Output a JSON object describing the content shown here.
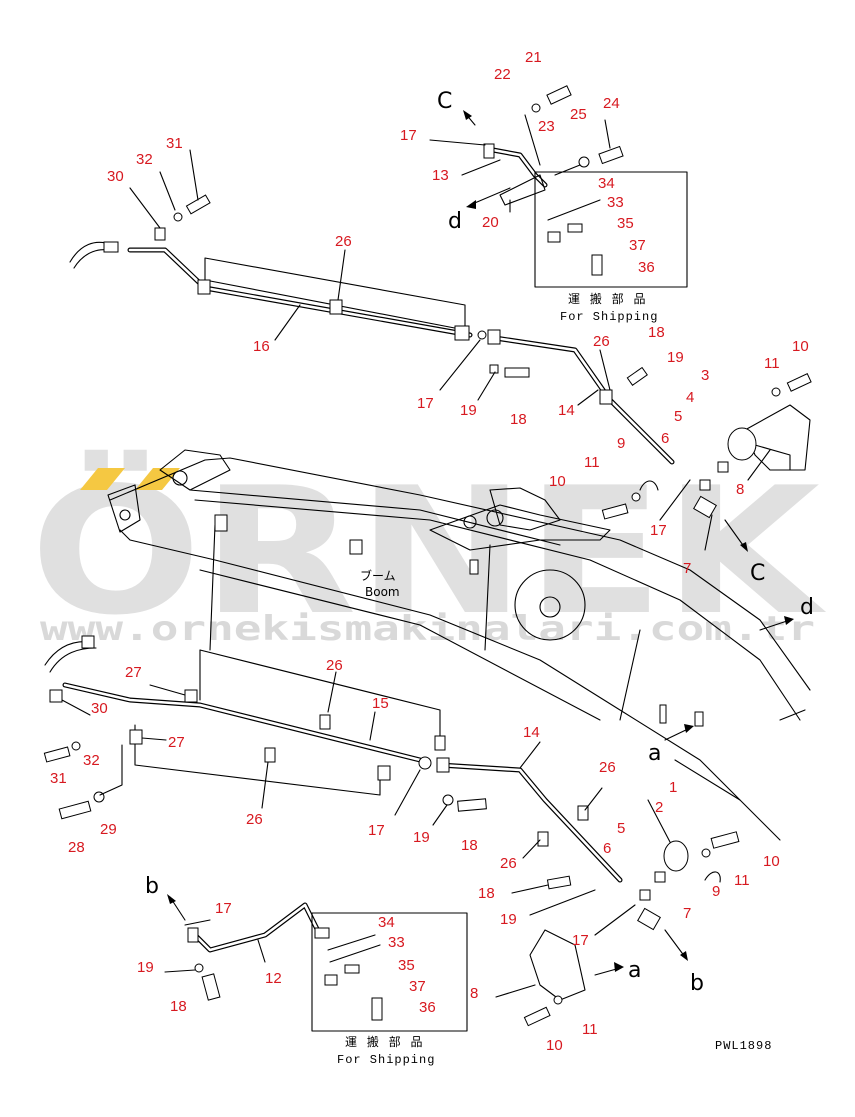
{
  "drawing_code": "PWL1898",
  "watermark": {
    "brand": "ÖRNEK",
    "url": "www.ornekismakinalari.com.tr",
    "accent_color": "#f5c842",
    "text_color": "#dcdcdc"
  },
  "boom_label": {
    "jp": "ブーム",
    "en": "Boom"
  },
  "shipping_boxes": [
    {
      "jp": "運 搬 部 品",
      "en": "For Shipping"
    },
    {
      "jp": "運 搬 部 品",
      "en": "For Shipping"
    }
  ],
  "view_letters": [
    "C",
    "d",
    "C",
    "d",
    "a",
    "a",
    "b",
    "b"
  ],
  "callouts": [
    "21",
    "22",
    "23",
    "25",
    "24",
    "17",
    "13",
    "34",
    "33",
    "20",
    "35",
    "37",
    "36",
    "31",
    "32",
    "30",
    "26",
    "16",
    "18",
    "19",
    "17",
    "19",
    "18",
    "26",
    "14",
    "11",
    "10",
    "3",
    "4",
    "5",
    "6",
    "9",
    "11",
    "10",
    "8",
    "17",
    "7",
    "27",
    "30",
    "32",
    "31",
    "26",
    "15",
    "27",
    "26",
    "17",
    "19",
    "18",
    "29",
    "28",
    "14",
    "26",
    "26",
    "1",
    "2",
    "5",
    "6",
    "10",
    "11",
    "9",
    "18",
    "19",
    "7",
    "17",
    "17",
    "19",
    "18",
    "12",
    "34",
    "33",
    "35",
    "37",
    "36",
    "8",
    "11",
    "10"
  ],
  "colors": {
    "callout": "#d71920",
    "line": "#000000"
  }
}
